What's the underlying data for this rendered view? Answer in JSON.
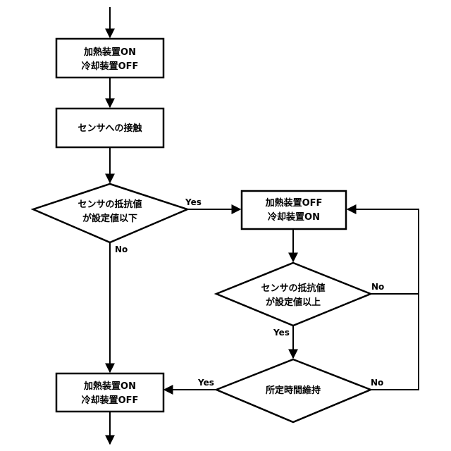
{
  "nodes": {
    "heat_on_1": {
      "line1": "加熱装置ON",
      "line2": "冷却装置OFF"
    },
    "sensor_contact": {
      "text": "センサへの接触"
    },
    "decision_resistance_low": {
      "line1": "センサの抵抗値",
      "line2": "が設定値以下"
    },
    "heat_off": {
      "line1": "加熱装置OFF",
      "line2": "冷却装置ON"
    },
    "decision_resistance_high": {
      "line1": "センサの抵抗値",
      "line2": "が設定値以上"
    },
    "decision_hold_time": {
      "text": "所定時間維持"
    },
    "heat_on_2": {
      "line1": "加熱装置ON",
      "line2": "冷却装置OFF"
    }
  },
  "edge_labels": {
    "low_yes": "Yes",
    "low_no": "No",
    "high_yes": "Yes",
    "high_no": "No",
    "hold_yes": "Yes",
    "hold_no": "No"
  },
  "colors": {
    "stroke": "#000000",
    "fill": "#ffffff"
  }
}
